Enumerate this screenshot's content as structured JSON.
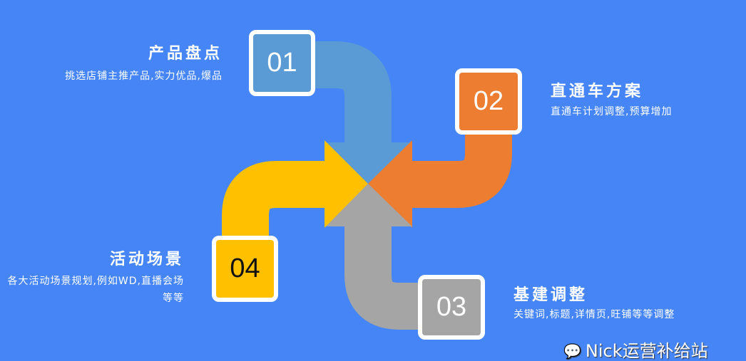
{
  "steps": [
    {
      "num": "01",
      "title": "产品盘点",
      "desc": "挑选店铺主推产品,实力优品,爆品",
      "color": "#5B9BD5"
    },
    {
      "num": "02",
      "title": "直通车方案",
      "desc": "直通车计划调整,预算增加",
      "color": "#ED7D31"
    },
    {
      "num": "03",
      "title": "基建调整",
      "desc": "关键词,标题,详情页,旺铺等等调整",
      "color": "#A5A5A5"
    },
    {
      "num": "04",
      "title": "活动场景",
      "desc": "各大活动场景规划,例如WD,直播会场等等",
      "color": "#FFC000"
    }
  ],
  "watermark": "Nick运营补给站"
}
